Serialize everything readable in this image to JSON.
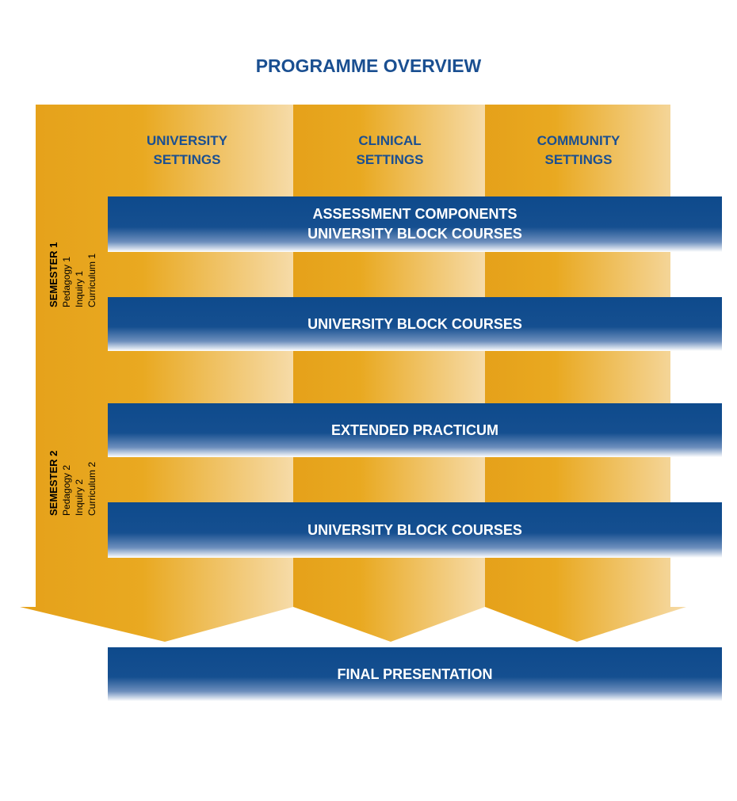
{
  "title": "PROGRAMME OVERVIEW",
  "columns": [
    {
      "line1": "UNIVERSITY",
      "line2": "SETTINGS"
    },
    {
      "line1": "CLINICAL",
      "line2": "SETTINGS"
    },
    {
      "line1": "COMMUNITY",
      "line2": "SETTINGS"
    }
  ],
  "bands": [
    {
      "line1": "ASSESSMENT COMPONENTS",
      "line2": "UNIVERSITY BLOCK COURSES"
    },
    {
      "line1": "UNIVERSITY BLOCK COURSES"
    },
    {
      "line1": "EXTENDED PRACTICUM"
    },
    {
      "line1": "UNIVERSITY BLOCK COURSES"
    },
    {
      "line1": "FINAL PRESENTATION"
    }
  ],
  "semesters": [
    {
      "heading": "SEMESTER 1",
      "items": [
        "Pedagogy 1",
        "Inquiry 1",
        "Curriculum 1"
      ]
    },
    {
      "heading": "SEMESTER 2",
      "items": [
        "Pedagogy 2",
        "Inquiry 2",
        "Curriculum 2"
      ]
    }
  ],
  "colors": {
    "gold": "#e8a71c",
    "blue": "#15508f",
    "title": "#1a4f91"
  }
}
